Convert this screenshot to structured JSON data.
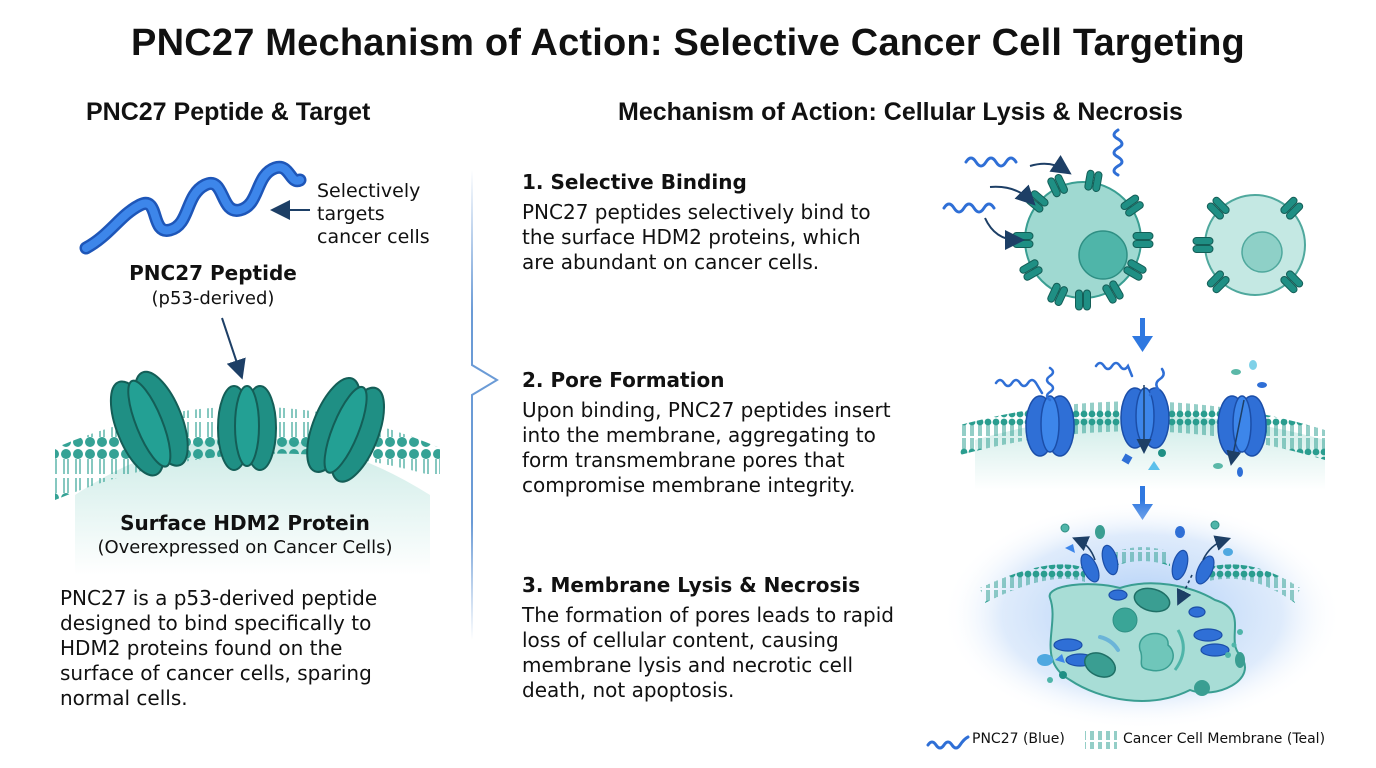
{
  "title": "PNC27 Mechanism of Action: Selective Cancer Cell Targeting",
  "left_panel": {
    "heading": "PNC27 Peptide & Target",
    "targets_note": "Selectively\ntargets\ncancer cells",
    "peptide_label": "PNC27 Peptide",
    "peptide_sublabel": "(p53-derived)",
    "protein_label": "Surface HDM2 Protein",
    "protein_sublabel": "(Overexpressed on Cancer Cells)",
    "description": "PNC27 is a p53-derived peptide\ndesigned to bind specifically to\nHDM2 proteins found on the\nsurface of cancer cells, sparing\nnormal cells."
  },
  "right_panel": {
    "heading": "Mechanism of Action: Cellular Lysis & Necrosis",
    "steps": [
      {
        "title": "1. Selective Binding",
        "text": "PNC27 peptides selectively bind to\nthe surface HDM2 proteins, which\nare abundant on cancer cells."
      },
      {
        "title": "2. Pore Formation",
        "text": "Upon binding, PNC27 peptides insert\ninto the membrane, aggregating to\nform transmembrane pores that\ncompromise membrane integrity."
      },
      {
        "title": "3. Membrane Lysis & Necrosis",
        "text": "The formation of pores leads to rapid\nloss of cellular content, causing\nmembrane lysis and necrotic cell\ndeath, not apoptosis."
      }
    ]
  },
  "legend": [
    {
      "icon": "peptide-helix-icon",
      "label": "PNC27 (Blue)"
    },
    {
      "icon": "membrane-bilayer-icon",
      "label": "Cancer Cell Membrane (Teal)"
    }
  ],
  "colors": {
    "peptide_blue": "#2f6fd6",
    "protein_teal": "#1f8f84",
    "membrane_teal": "#2a9d8f",
    "cell_fill": "#a8ddd6",
    "arrow_navy": "#1d3f66",
    "flow_arrow": "#2f78e0"
  }
}
